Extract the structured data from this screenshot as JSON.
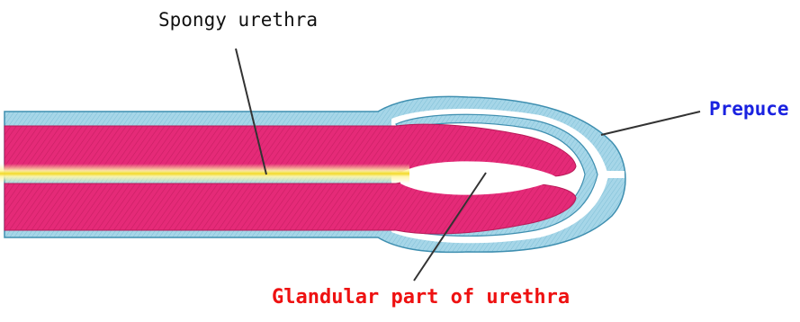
{
  "labels": {
    "spongy_urethra": "Spongy urethra",
    "prepuce": "Prepuce",
    "glandular_part": "Glandular part of urethra"
  },
  "colors": {
    "tissue": "#e52a78",
    "sheath": "#9fd2e4",
    "sheath_outline": "#3f8fb0",
    "urethra": "#f6e23a",
    "urethra_glow": "#fff6a8",
    "prepuce_label": "#1a22e0",
    "glandular_label": "#ee1111",
    "leader_line": "#333333"
  }
}
